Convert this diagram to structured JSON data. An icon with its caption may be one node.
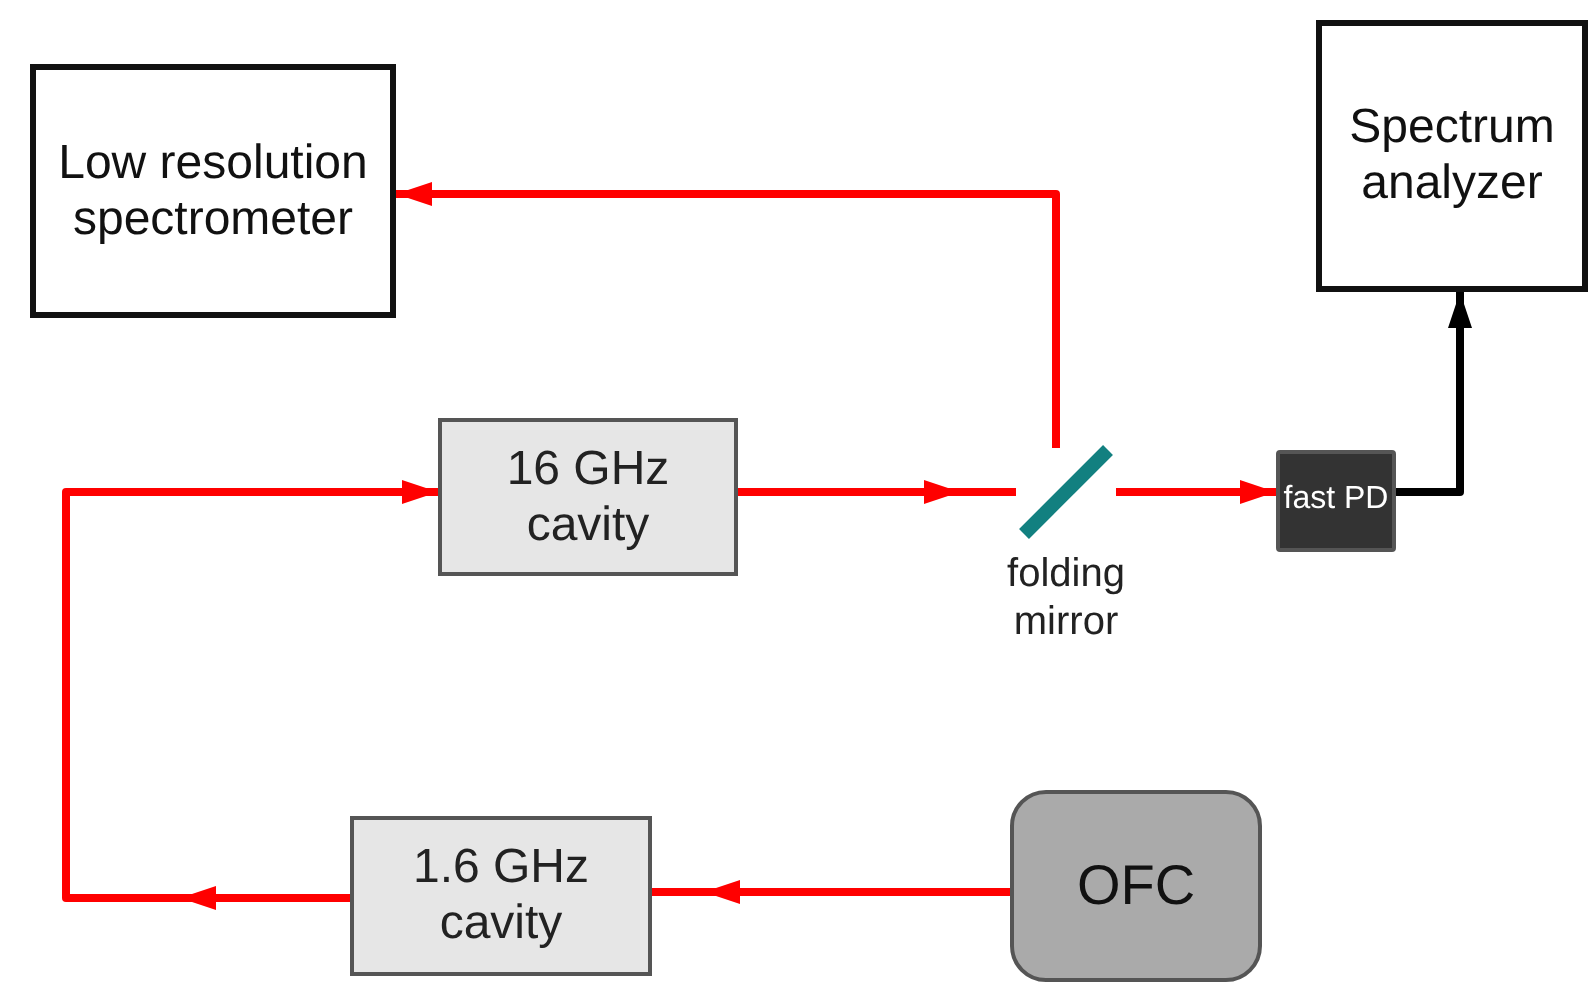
{
  "diagram": {
    "nodes": [
      {
        "text": [
          "Low resolution spectrometer"
        ]
      },
      {
        "text": [
          "Spectrum analyzer"
        ]
      },
      {
        "text": [
          "16 GHz cavity"
        ]
      },
      {
        "text": [],
        "shape": "bar",
        "beside": [
          "folding mirror"
        ]
      },
      {
        "text": [
          "fast PD"
        ]
      },
      {
        "text": [
          "OFC"
        ]
      },
      {
        "text": [
          "1.6 GHz cavity"
        ]
      }
    ],
    "edges": [
      {
        "from": 5,
        "to": 6,
        "arrow": "to"
      },
      {
        "from": 6,
        "to": 2,
        "arrow": "to"
      },
      {
        "from": 2,
        "to": 3,
        "arrow": "to"
      },
      {
        "from": 3,
        "to": 0,
        "arrow": "to"
      },
      {
        "from": 3,
        "to": 4,
        "arrow": "to"
      },
      {
        "from": 4,
        "to": 1,
        "arrow": "to",
        "color": "#000000"
      }
    ]
  }
}
